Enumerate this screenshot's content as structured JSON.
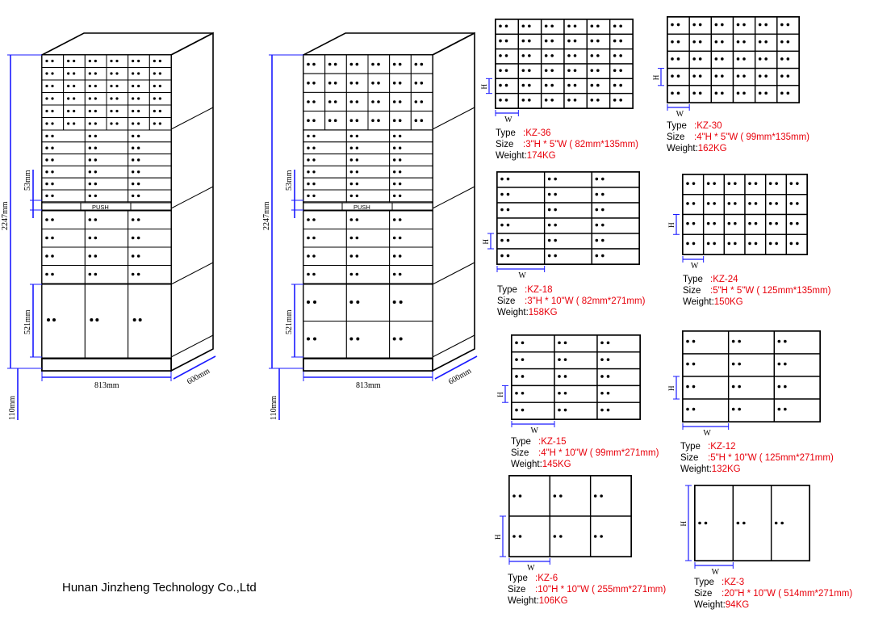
{
  "company": "Hunan Jinzheng Technology Co.,Ltd",
  "colors": {
    "dimension_line": "#1a1aff",
    "spec_value": "#e8000b",
    "outline": "#000000"
  },
  "cabinets": [
    {
      "dims": {
        "height": "2247mm",
        "width": "813mm",
        "depth": "600mm",
        "small_row": "53mm",
        "large_row": "521mm",
        "base": "110mm"
      },
      "push_label": "PUSH"
    },
    {
      "dims": {
        "height": "2247mm",
        "width": "813mm",
        "depth": "600mm",
        "small_row": "53mm",
        "large_row": "521mm",
        "base": "110mm"
      },
      "push_label": "PUSH"
    }
  ],
  "models": [
    {
      "type_label": "Type",
      "size_label": "Size",
      "weight_label": "Weight:",
      "type": ":KZ-36",
      "size": ":3\"H * 5\"W ( 82mm*135mm)",
      "weight": "174KG",
      "w_label": "W",
      "h_label": "H",
      "rows": 6,
      "cols": 6
    },
    {
      "type_label": "Type",
      "size_label": "Size",
      "weight_label": "Weight:",
      "type": ":KZ-30",
      "size": ":4\"H * 5\"W ( 99mm*135mm)",
      "weight": "162KG",
      "w_label": "W",
      "h_label": "H",
      "rows": 5,
      "cols": 6
    },
    {
      "type_label": "Type",
      "size_label": "Size",
      "weight_label": "Weight:",
      "type": ":KZ-18",
      "size": ":3\"H * 10\"W ( 82mm*271mm)",
      "weight": "158KG",
      "w_label": "W",
      "h_label": "H",
      "rows": 6,
      "cols": 3
    },
    {
      "type_label": "Type",
      "size_label": "Size",
      "weight_label": "Weight:",
      "type": ":KZ-24",
      "size": ":5\"H * 5\"W ( 125mm*135mm)",
      "weight": "150KG",
      "w_label": "W",
      "h_label": "H",
      "rows": 4,
      "cols": 6
    },
    {
      "type_label": "Type",
      "size_label": "Size",
      "weight_label": "Weight:",
      "type": ":KZ-15",
      "size": ":4\"H * 10\"W ( 99mm*271mm)",
      "weight": "145KG",
      "w_label": "W",
      "h_label": "H",
      "rows": 5,
      "cols": 3
    },
    {
      "type_label": "Type",
      "size_label": "Size",
      "weight_label": "Weight:",
      "type": ":KZ-12",
      "size": ":5\"H * 10\"W ( 125mm*271mm)",
      "weight": "132KG",
      "w_label": "W",
      "h_label": "H",
      "rows": 4,
      "cols": 3
    },
    {
      "type_label": "Type",
      "size_label": "Size",
      "weight_label": "Weight:",
      "type": ":KZ-6",
      "size": ":10\"H * 10\"W ( 255mm*271mm)",
      "weight": "106KG",
      "w_label": "W",
      "h_label": "H",
      "rows": 2,
      "cols": 3
    },
    {
      "type_label": "Type",
      "size_label": "Size",
      "weight_label": "Weight:",
      "type": ":KZ-3",
      "size": ":20\"H * 10\"W ( 514mm*271mm)",
      "weight": "94KG",
      "w_label": "W",
      "h_label": "H",
      "rows": 1,
      "cols": 3
    }
  ]
}
